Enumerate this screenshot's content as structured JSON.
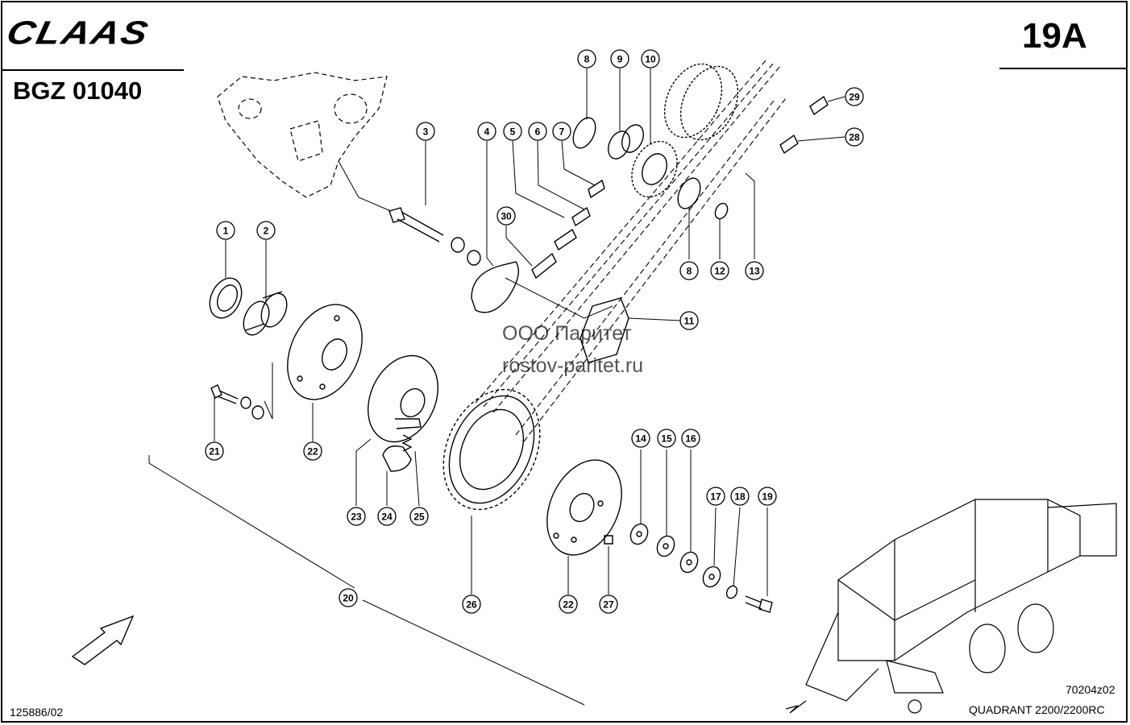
{
  "header": {
    "brand": "CLAAS",
    "drawing_code": "BGZ 01040",
    "page_number": "19A"
  },
  "footer": {
    "left_ref": "125886/02",
    "right_ref": "70204z02",
    "model": "QUADRANT 2200/2200RC"
  },
  "watermark": {
    "line1": "ООО Паритет",
    "line2": "rostov-paritet.ru"
  },
  "callouts": [
    "1",
    "2",
    "3",
    "4",
    "5",
    "6",
    "7",
    "8",
    "9",
    "10",
    "8",
    "12",
    "13",
    "29",
    "28",
    "30",
    "11",
    "21",
    "22",
    "23",
    "24",
    "25",
    "14",
    "15",
    "16",
    "17",
    "18",
    "19",
    "20",
    "26",
    "22",
    "27"
  ]
}
